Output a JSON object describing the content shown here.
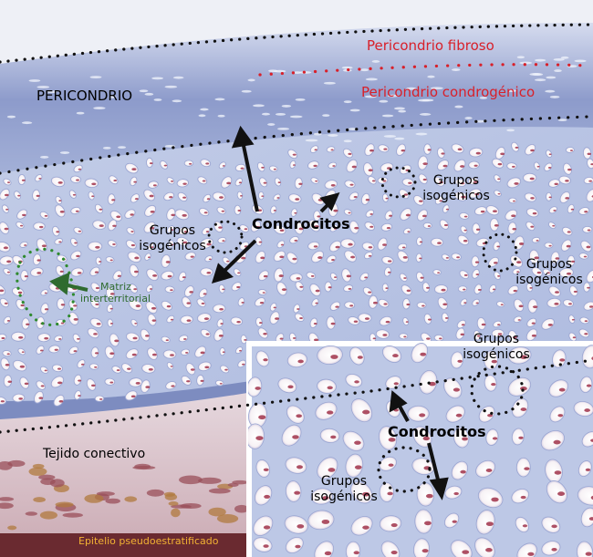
{
  "labels": {
    "pericondrio_fibroso": "Pericondrio fibroso",
    "pericondrio_condrogenico": "Pericondrio condrogénico",
    "pericondrio": "PERICONDRIO",
    "condrocitos_main": "Condrocitos",
    "condrocitos_inset": "Condrocitos",
    "grupos_isogenicos_1": [
      "Grupos",
      "isogénicos"
    ],
    "grupos_isogenicos_2": [
      "Grupos",
      "isogénicos"
    ],
    "grupos_isogenicos_3": [
      "Grupos",
      "isogénicos"
    ],
    "grupos_isogenicos_inset_top": [
      "Grupos",
      "isogénicos"
    ],
    "grupos_isogenicos_inset_bottom": [
      "Grupos",
      "isogénicos"
    ],
    "matriz_interterritorial": [
      "Matriz",
      "interterritorial"
    ],
    "tejido_conectivo": "Tejido conectivo",
    "epitelio": "Epitelio pseudoestratificado"
  },
  "colors": {
    "cartilage_matrix": "#b8c4e2",
    "pericondrio_band": "#8a9ac8",
    "lacuna": "#fbf7f8",
    "cell_nucleus": "#a0334a",
    "connective_tissue": "#efe2e4",
    "epithelium": "#6a2a30",
    "label_red": "#d8202a",
    "label_green": "#2f6b2f",
    "label_yellow": "#f2b233",
    "dot_black": "#111111",
    "dot_red": "#d8202a",
    "dot_green": "#2f8a2f"
  }
}
